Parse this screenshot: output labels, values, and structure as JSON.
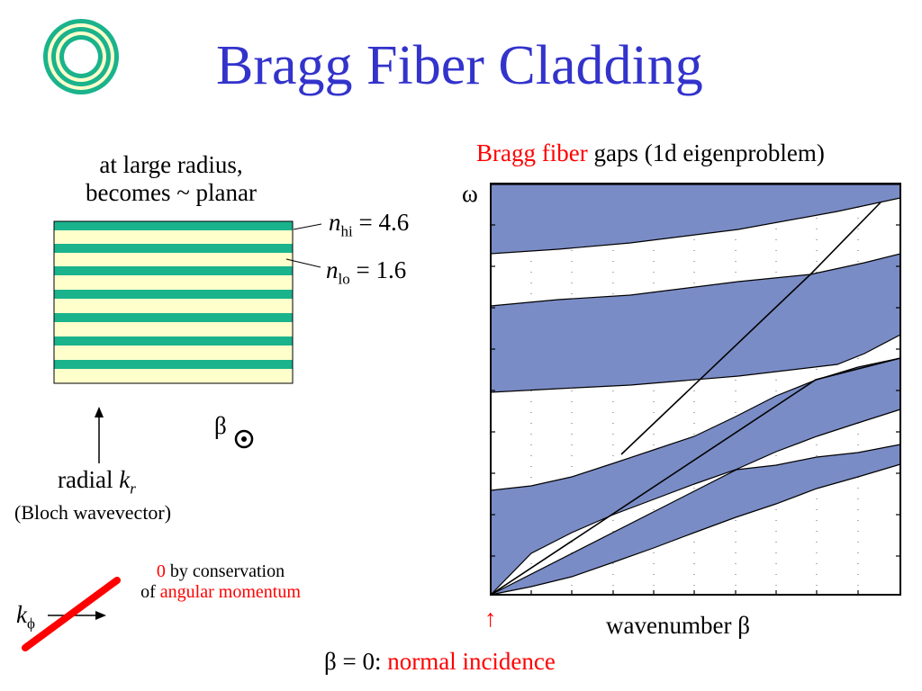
{
  "slide": {
    "title": "Bragg Fiber Cladding",
    "planar_caption_line1": "at large radius,",
    "planar_caption_line2": "becomes ~ planar",
    "n_hi": {
      "symbol": "n",
      "subscript": "hi",
      "value": "= 4.6"
    },
    "n_lo": {
      "symbol": "n",
      "subscript": "lo",
      "value": "= 1.6"
    },
    "beta_symbol": "β",
    "radial_label": "radial",
    "radial_k": "k",
    "radial_k_sub": "r",
    "bloch_label": "(Bloch wavevector)",
    "conservation_zero": "0",
    "conservation_rest": " by conservation",
    "conservation_of": "of ",
    "conservation_angular": "angular momentum",
    "k_phi_symbol": "k",
    "k_phi_sub": "ϕ",
    "normal_incidence_prefix": "β = 0: ",
    "normal_incidence_text": "normal incidence",
    "arrow_symbol": "↑"
  },
  "chart_data": {
    "type": "area",
    "title_highlight": "Bragg fiber",
    "title_rest": " gaps (1d eigenproblem)",
    "xlabel": "wavenumber β",
    "ylabel": "ω",
    "grid": "dotted vertical",
    "colors": {
      "band": "#7a8cc6",
      "highlight": "#ff0000",
      "title": "#3333cc",
      "layer_hi": "#1ab38c",
      "layer_lo": "#ffffcc"
    }
  }
}
